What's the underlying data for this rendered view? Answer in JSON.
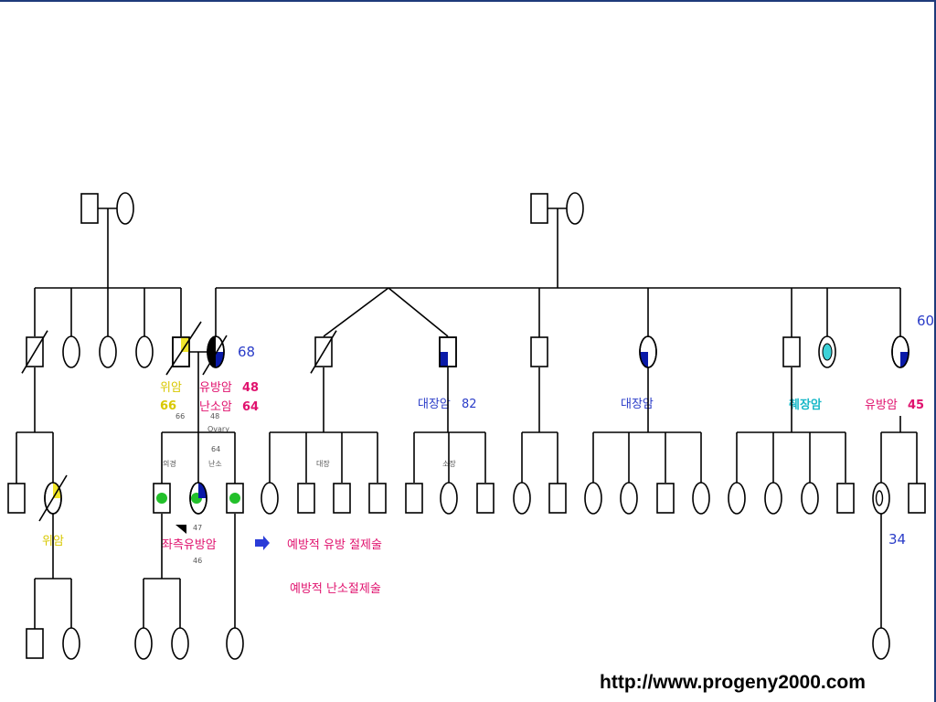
{
  "colors": {
    "line": "#000000",
    "blue_fill": "#0a1aa8",
    "yellow_fill": "#f2e62a",
    "green_fill": "#22c02a",
    "cyan_fill": "#3cd2d8",
    "label_blue": "#2a3cc8",
    "label_magenta": "#e0126e",
    "label_yellow": "#d8c800",
    "label_cyan": "#18b8c8",
    "arrow_blue": "#2a3cd8",
    "frame": "#1f3a7a"
  },
  "labels": {
    "age_68": "68",
    "age_60": "60",
    "age_34": "34",
    "stomach_cancer_gen2": "위암",
    "stomach_cancer_age": "66",
    "breast_cancer_48_text": "유방암",
    "breast_cancer_48_age": "48",
    "ovarian_cancer_text": "난소암",
    "ovarian_cancer_age": "64",
    "colon_cancer_82_text": "대장암",
    "colon_cancer_82_age": "82",
    "colon_cancer": "대장암",
    "pancreatic_cancer": "췌장암",
    "breast_cancer_45_text": "유방암",
    "breast_cancer_45_age": "45",
    "stomach_cancer_gen3": "위암",
    "left_breast_cancer": "좌측유방암",
    "prophylactic_mastectomy": "예방적 유방 절제술",
    "prophylactic_oophorectomy": "예방적 난소절제술",
    "url": "http://www.progeny2000.com",
    "tiny_notes": {
      "n48": "48",
      "ovary": "Ovary",
      "n64": "64",
      "n66": "66",
      "n47": "47",
      "n46": "46",
      "note_a": "의경",
      "note_b": "난소",
      "note_c": "대장",
      "note_d": "소장"
    }
  }
}
